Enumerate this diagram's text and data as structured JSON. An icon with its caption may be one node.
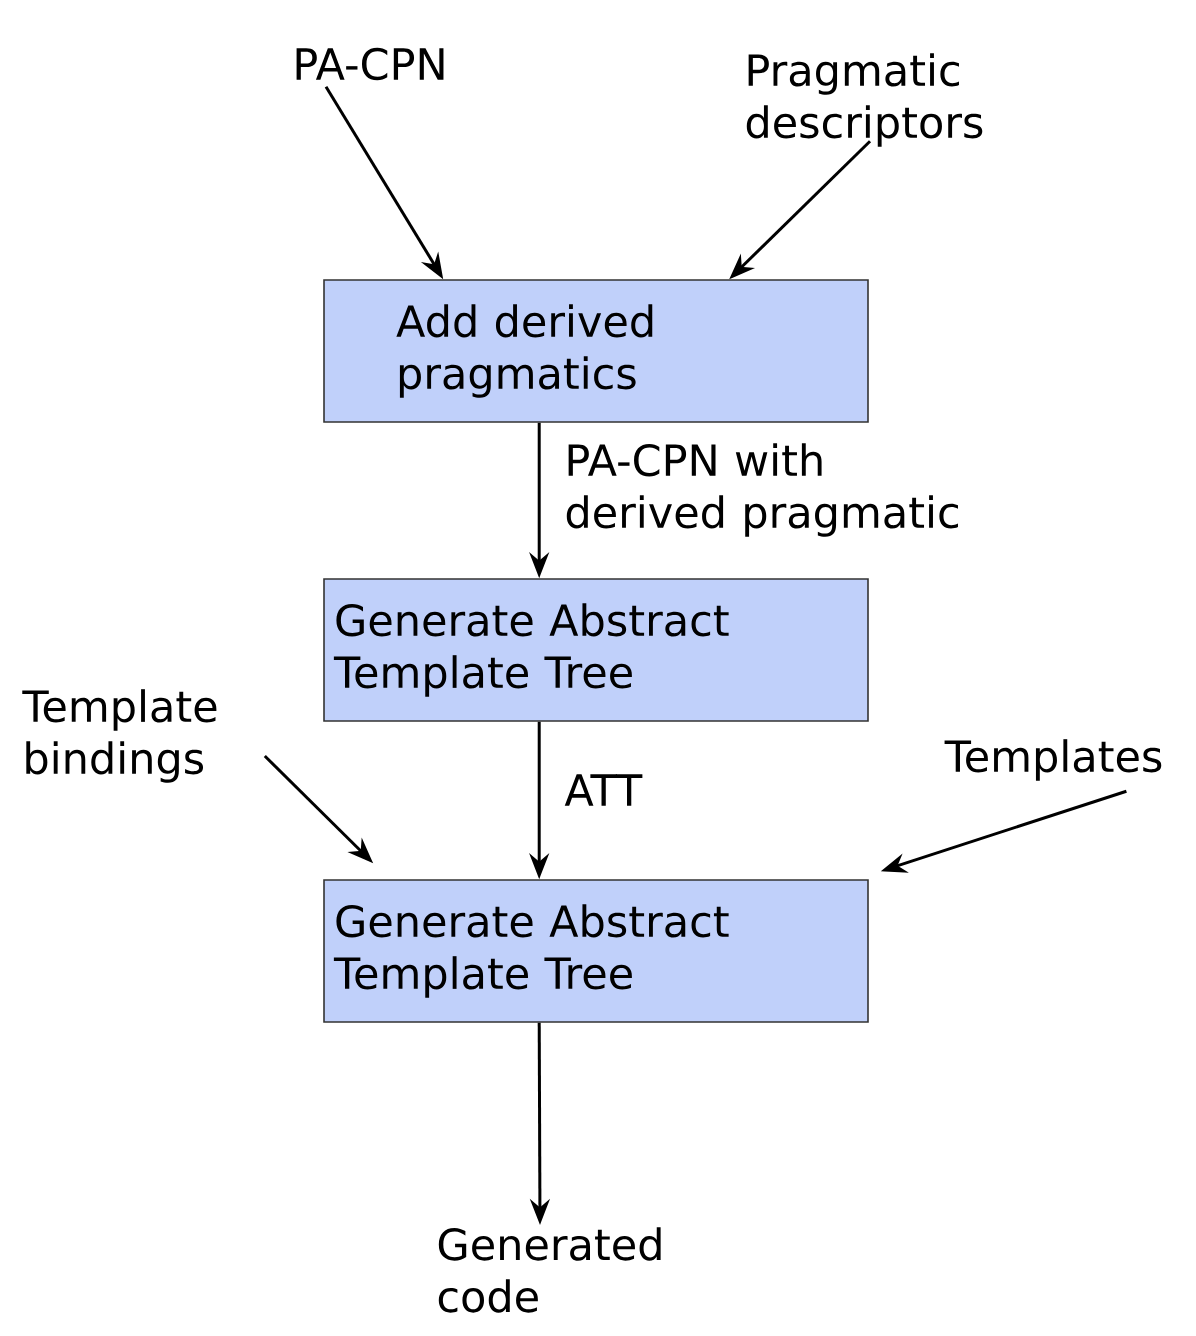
{
  "diagram": {
    "nodes": [
      {
        "text": [
          "PA-CPN"
        ]
      },
      {
        "text": [
          "Pragmatic descriptors"
        ]
      },
      {
        "text": [
          "Add derived pragmatics"
        ]
      },
      {
        "text": [
          "Generate Abstract Template Tree"
        ]
      },
      {
        "text": [
          "Template bindings"
        ]
      },
      {
        "text": [
          "Templates"
        ]
      },
      {
        "text": [
          "Generate Abstract Template Tree"
        ]
      },
      {
        "text": [
          "Generated code"
        ]
      }
    ],
    "edges": [
      {
        "from": 0,
        "to": 2,
        "arrow": "to"
      },
      {
        "from": 1,
        "to": 2,
        "arrow": "to"
      },
      {
        "from": 2,
        "to": 3,
        "arrow": "to",
        "label": "PA-CPN with derived pragmatic"
      },
      {
        "from": 3,
        "to": 6,
        "arrow": "to",
        "label": "ATT"
      },
      {
        "from": 4,
        "to": 6,
        "arrow": "to"
      },
      {
        "from": 5,
        "to": 6,
        "arrow": "to"
      },
      {
        "from": 6,
        "to": 7,
        "arrow": "to"
      }
    ]
  }
}
